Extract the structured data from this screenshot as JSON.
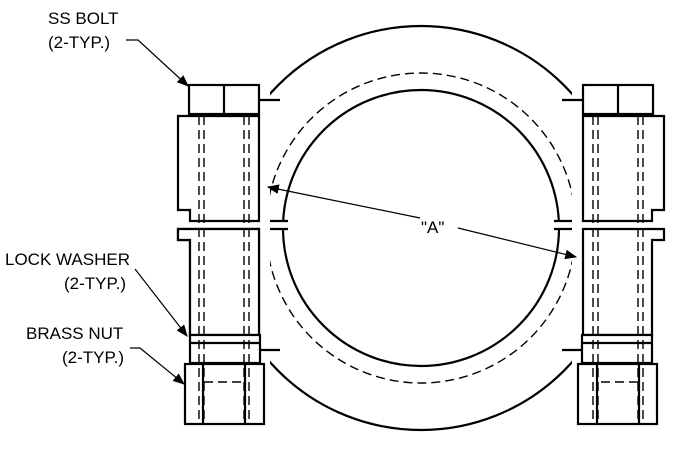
{
  "labels": {
    "ss_bolt": "SS BOLT",
    "ss_bolt_qty": "(2-TYP.)",
    "lock_washer": "LOCK WASHER",
    "lock_washer_qty": "(2-TYP.)",
    "brass_nut": "BRASS NUT",
    "brass_nut_qty": "(2-TYP.)",
    "dimension_a": "\"A\""
  }
}
